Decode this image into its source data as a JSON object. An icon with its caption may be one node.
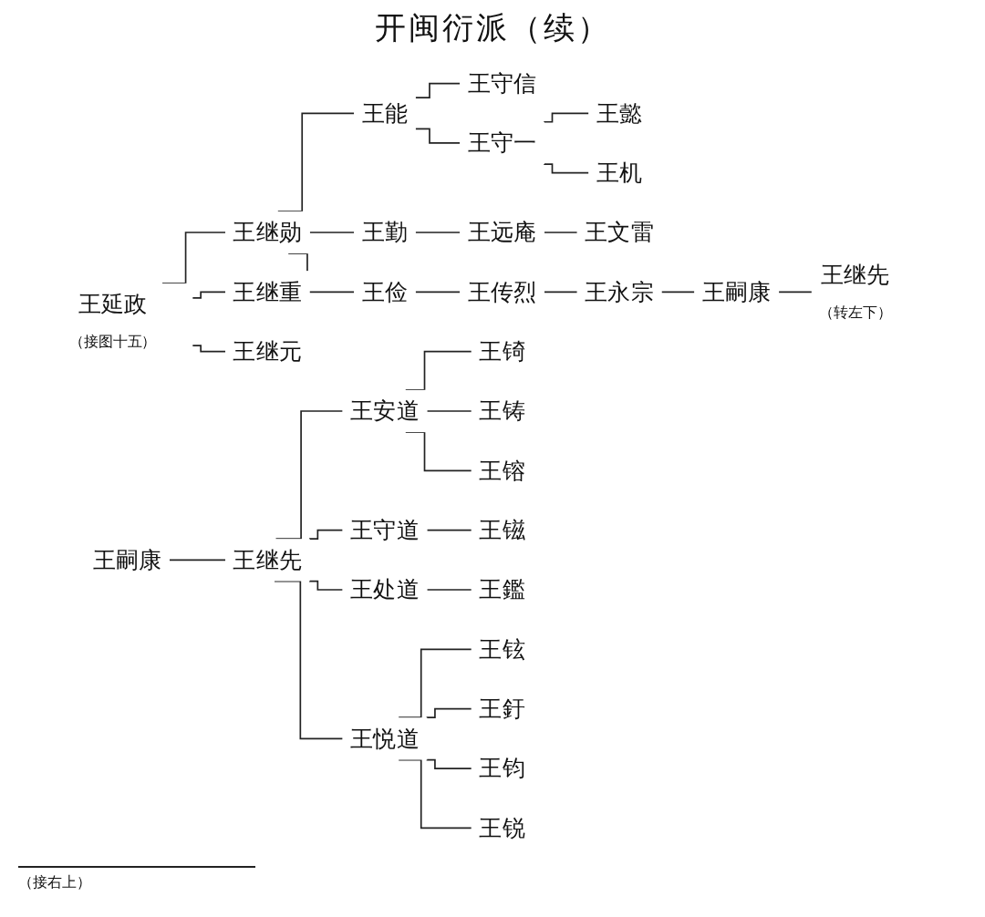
{
  "diagram": {
    "title": "开闽衍派（续）",
    "nodes": [
      {
        "text": [
          "王延政",
          "（接图十五）"
        ]
      },
      {
        "text": [
          "王继勋"
        ]
      },
      {
        "text": [
          "王能"
        ]
      },
      {
        "text": [
          "王守信"
        ]
      },
      {
        "text": [
          "王守一"
        ]
      },
      {
        "text": [
          "王懿"
        ]
      },
      {
        "text": [
          "王机"
        ]
      },
      {
        "text": [
          "王勤"
        ]
      },
      {
        "text": [
          "王远庵"
        ]
      },
      {
        "text": [
          "王文雷"
        ]
      },
      {
        "text": [
          "王俭"
        ]
      },
      {
        "text": [
          "王传烈"
        ]
      },
      {
        "text": [
          "王永宗"
        ]
      },
      {
        "text": [
          "王嗣康"
        ]
      },
      {
        "text": [
          "王继先",
          "（转左下）"
        ]
      },
      {
        "text": [
          "王继重"
        ]
      },
      {
        "text": [
          "王继元"
        ]
      },
      {
        "text": [
          "王嗣康"
        ]
      },
      {
        "text": [
          "王继先"
        ]
      },
      {
        "text": [
          "王安道"
        ]
      },
      {
        "text": [
          "王锜"
        ]
      },
      {
        "text": [
          "王铸"
        ]
      },
      {
        "text": [
          "王镕"
        ]
      },
      {
        "text": [
          "王守道"
        ]
      },
      {
        "text": [
          "王镃"
        ]
      },
      {
        "text": [
          "王处道"
        ]
      },
      {
        "text": [
          "王鑑"
        ]
      },
      {
        "text": [
          "王悦道"
        ]
      },
      {
        "text": [
          "王铉"
        ]
      },
      {
        "text": [
          "王釪"
        ]
      },
      {
        "text": [
          "王钧"
        ]
      },
      {
        "text": [
          "王锐"
        ]
      }
    ],
    "edges": [
      {
        "from": 0,
        "to": 1,
        "arrow": "none"
      },
      {
        "from": 1,
        "to": 2,
        "arrow": "none"
      },
      {
        "from": 2,
        "to": 3,
        "arrow": "none"
      },
      {
        "from": 2,
        "to": 4,
        "arrow": "none"
      },
      {
        "from": 4,
        "to": 5,
        "arrow": "none"
      },
      {
        "from": 4,
        "to": 6,
        "arrow": "none"
      },
      {
        "from": 1,
        "to": 7,
        "arrow": "none"
      },
      {
        "from": 7,
        "to": 8,
        "arrow": "none"
      },
      {
        "from": 8,
        "to": 9,
        "arrow": "none"
      },
      {
        "from": 1,
        "to": 10,
        "arrow": "none"
      },
      {
        "from": 10,
        "to": 11,
        "arrow": "none"
      },
      {
        "from": 11,
        "to": 12,
        "arrow": "none"
      },
      {
        "from": 12,
        "to": 13,
        "arrow": "none"
      },
      {
        "from": 13,
        "to": 14,
        "arrow": "none"
      },
      {
        "from": 0,
        "to": 15,
        "arrow": "none"
      },
      {
        "from": 0,
        "to": 16,
        "arrow": "none"
      },
      {
        "from": 17,
        "to": 18,
        "arrow": "none"
      },
      {
        "from": 18,
        "to": 19,
        "arrow": "none"
      },
      {
        "from": 19,
        "to": 20,
        "arrow": "none"
      },
      {
        "from": 19,
        "to": 21,
        "arrow": "none"
      },
      {
        "from": 19,
        "to": 22,
        "arrow": "none"
      },
      {
        "from": 18,
        "to": 23,
        "arrow": "none"
      },
      {
        "from": 23,
        "to": 24,
        "arrow": "none"
      },
      {
        "from": 18,
        "to": 25,
        "arrow": "none"
      },
      {
        "from": 25,
        "to": 26,
        "arrow": "none"
      },
      {
        "from": 18,
        "to": 27,
        "arrow": "none"
      },
      {
        "from": 27,
        "to": 28,
        "arrow": "none"
      },
      {
        "from": 27,
        "to": 29,
        "arrow": "none"
      },
      {
        "from": 27,
        "to": 30,
        "arrow": "none"
      },
      {
        "from": 27,
        "to": 31,
        "arrow": "none"
      }
    ],
    "labels": [
      "（接右上）"
    ]
  }
}
